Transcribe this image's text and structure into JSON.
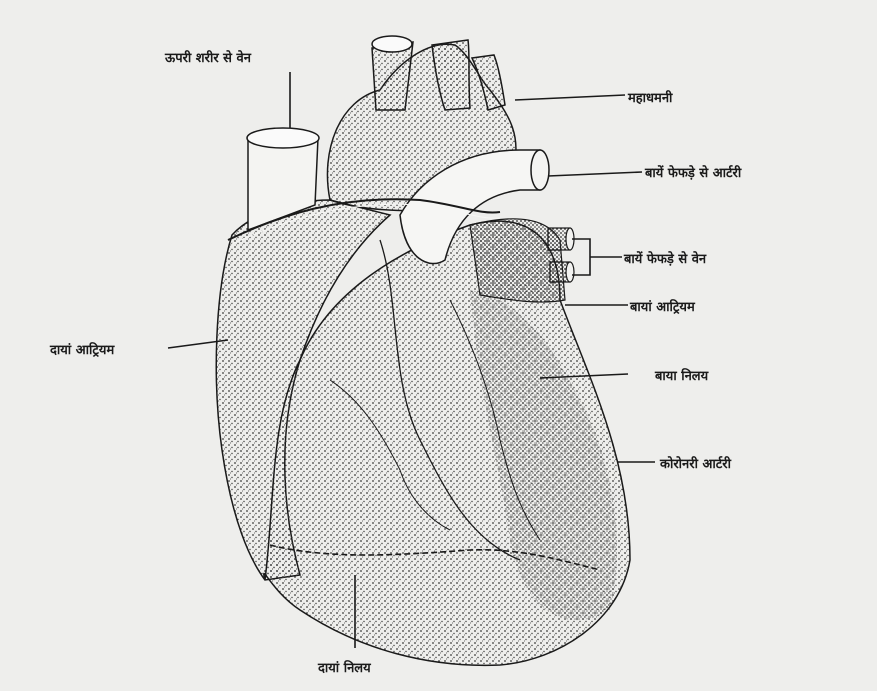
{
  "diagram": {
    "labels": {
      "upper_body_vein": "ऊपरी शरीर से वेन",
      "aorta": "महाधमनी",
      "left_lung_artery": "बायें फेफड़े से आर्टरी",
      "left_lung_vein": "बायें फेफड़े से वेन",
      "left_atrium": "बायां आट्रियम",
      "right_atrium": "दायां आट्रियम",
      "left_ventricle": "बाया निलय",
      "coronary_artery": "कोरोनरी आर्टरी",
      "right_ventricle": "दायां निलय"
    },
    "colors": {
      "background": "#eeeeec",
      "ink": "#1a1a1a",
      "stipple": "#3a3a3a"
    }
  }
}
